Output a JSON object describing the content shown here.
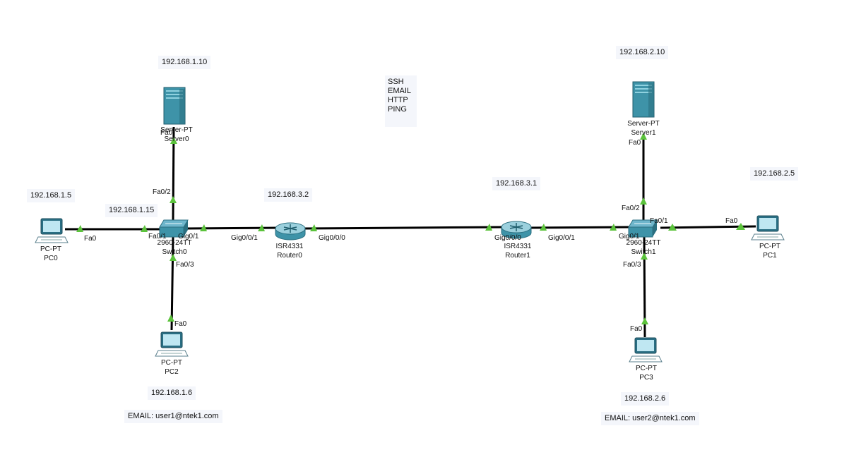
{
  "notes": {
    "server0_ip": "192.168.1.10",
    "server1_ip": "192.168.2.10",
    "services": "SSH\nEMAIL\nHTTP\nPING",
    "pc0_ip": "192.168.1.5",
    "switch0_ip": "192.168.1.15",
    "router0_ip": "192.168.3.2",
    "router1_ip": "192.168.3.1",
    "pc1_ip": "192.168.2.5",
    "pc2_ip": "192.168.1.6",
    "pc3_ip": "192.168.2.6",
    "pc2_email": "EMAIL: user1@ntek1.com",
    "pc3_email": "EMAIL: user2@ntek1.com"
  },
  "devices": {
    "pc0": {
      "model": "PC-PT",
      "name": "PC0"
    },
    "pc1": {
      "model": "PC-PT",
      "name": "PC1"
    },
    "pc2": {
      "model": "PC-PT",
      "name": "PC2"
    },
    "pc3": {
      "model": "PC-PT",
      "name": "PC3"
    },
    "server0": {
      "model": "Server-PT",
      "name": "Server0"
    },
    "server1": {
      "model": "Server-PT",
      "name": "Server1"
    },
    "switch0": {
      "model": "2960-24TT",
      "name": "Switch0"
    },
    "switch1": {
      "model": "2960-24TT",
      "name": "Switch1"
    },
    "router0": {
      "model": "ISR4331",
      "name": "Router0"
    },
    "router1": {
      "model": "ISR4331",
      "name": "Router1"
    }
  },
  "ports": {
    "pc0_fa0": "Fa0",
    "sw0_fa01": "Fa0/1",
    "sw0_gig01": "Gig0/1",
    "sw0_fa02": "Fa0/2",
    "sw0_fa03": "Fa0/3",
    "srv0_fa0": "Fa0",
    "pc2_fa0": "Fa0",
    "r0_gig001": "Gig0/0/1",
    "r0_gig000": "Gig0/0/0",
    "r1_gig000": "Gig0/0/0",
    "r1_gig001": "Gig0/0/1",
    "sw1_gig01": "Gig0/1",
    "sw1_fa01": "Fa0/1",
    "sw1_fa02": "Fa0/2",
    "sw1_fa03": "Fa0/3",
    "srv1_fa0": "Fa0",
    "pc1_fa0": "Fa0",
    "pc3_fa0": "Fa0"
  },
  "colors": {
    "link": "#000000",
    "link_up": "#5cc33c",
    "device_teal": "#3e93a8",
    "note_bg": "#f4f6fb"
  }
}
